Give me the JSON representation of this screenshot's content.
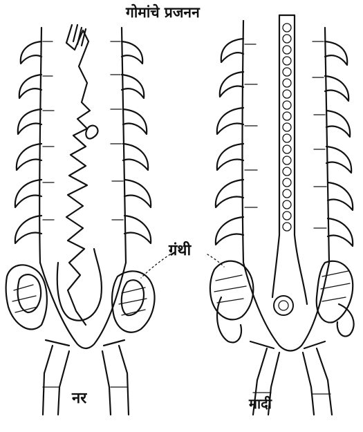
{
  "title": "गोमांचे प्रजनन",
  "labels": {
    "male": "नर",
    "female": "मादी",
    "gland": "ग्रंथी"
  },
  "colors": {
    "ink": "#111111",
    "background": "#ffffff"
  }
}
